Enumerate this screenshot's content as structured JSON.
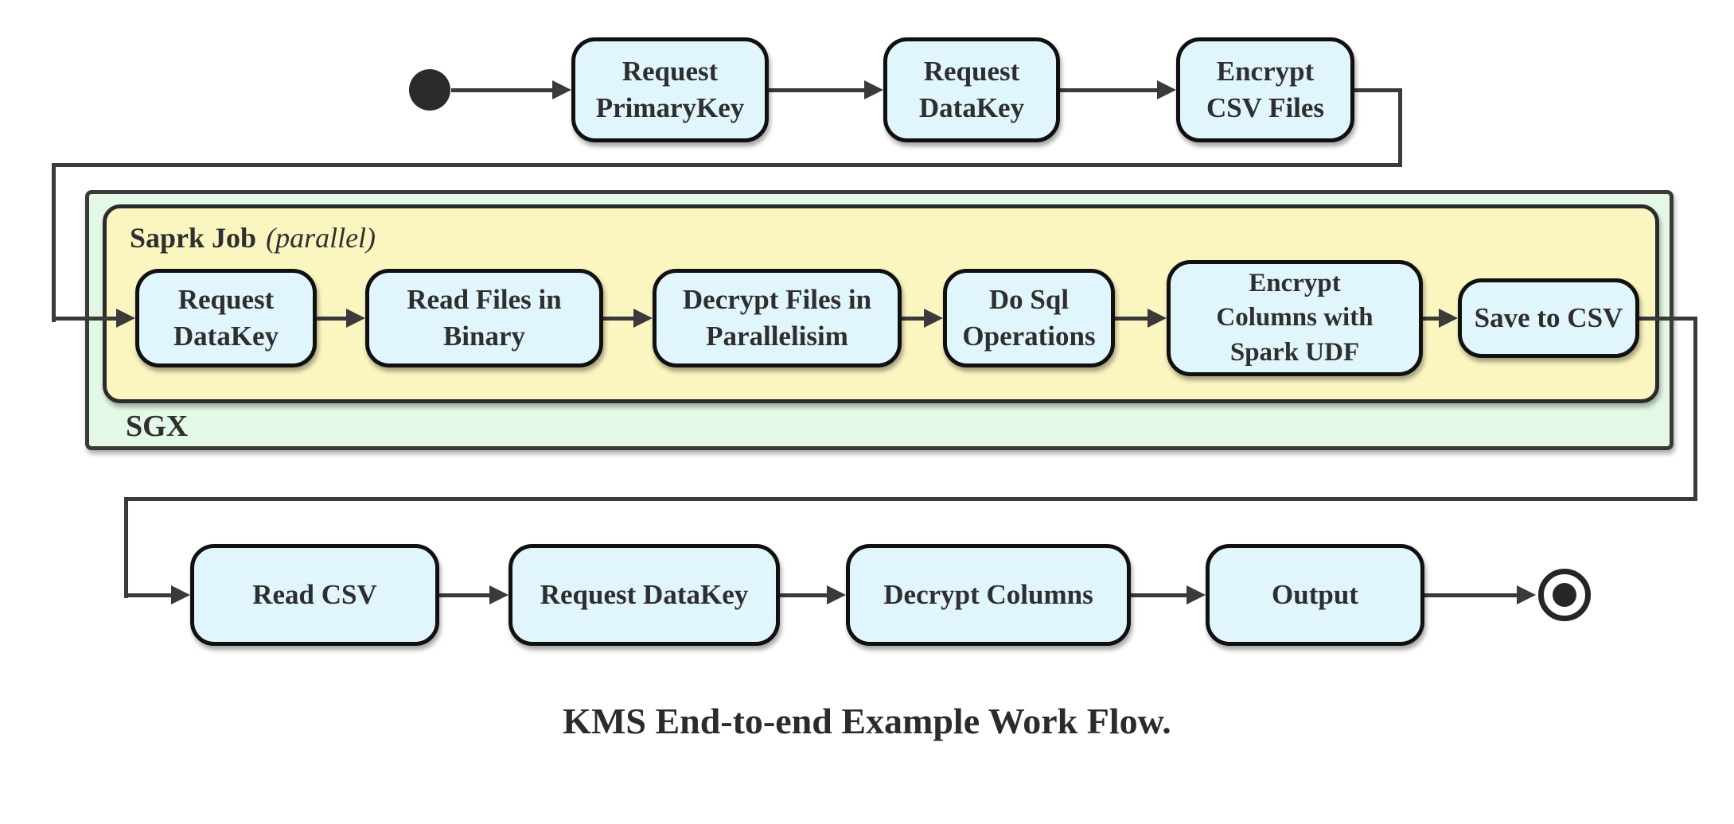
{
  "caption": "KMS End-to-end Example Work Flow.",
  "colors": {
    "node_fill": "#e1f6fc",
    "node_border": "#101010",
    "spark_group_fill": "#fbf5c0",
    "sgx_group_fill": "#e3f8e6",
    "edge": "#3a3a3a",
    "terminal": "#2b2b2b"
  },
  "top_flow": [
    {
      "label": "Request\nPrimaryKey"
    },
    {
      "label": "Request\nDataKey"
    },
    {
      "label": "Encrypt\nCSV Files"
    }
  ],
  "sgx_group": {
    "label": "SGX",
    "spark_group": {
      "label_name": "Saprk Job",
      "label_qualifier": "(parallel)",
      "nodes": [
        {
          "label": "Request\nDataKey"
        },
        {
          "label": "Read Files in\nBinary"
        },
        {
          "label": "Decrypt Files in\nParallelisim"
        },
        {
          "label": "Do Sql\nOperations"
        },
        {
          "label": "Encrypt\nColumns with\nSpark UDF"
        },
        {
          "label": "Save to CSV"
        }
      ]
    }
  },
  "bottom_flow": [
    {
      "label": "Read CSV"
    },
    {
      "label": "Request DataKey"
    },
    {
      "label": "Decrypt Columns"
    },
    {
      "label": "Output"
    }
  ]
}
